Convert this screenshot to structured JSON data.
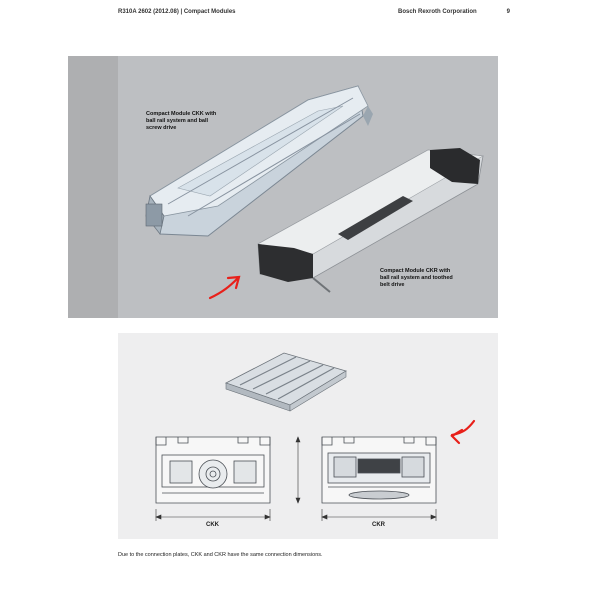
{
  "header": {
    "doc_ref": "R310A 2602 (2012.08)",
    "section": "Compact Modules",
    "company": "Bosch Rexroth Corporation",
    "page_number": "9"
  },
  "figure1": {
    "ckk_caption": [
      "Compact Module CKK with",
      "ball rail system and ball",
      "screw drive"
    ],
    "ckr_caption": [
      "Compact Module CKR with",
      "ball rail system and toothed",
      "belt drive"
    ]
  },
  "figure2": {
    "label_ckk": "CKK",
    "label_ckr": "CKR"
  },
  "note": "Due to the connection plates, CKK and CKR have the same connection dimensions.",
  "colors": {
    "annotation": "#e8201a",
    "panel_dark": "#aeafb1",
    "panel_light": "#eeeeef"
  }
}
